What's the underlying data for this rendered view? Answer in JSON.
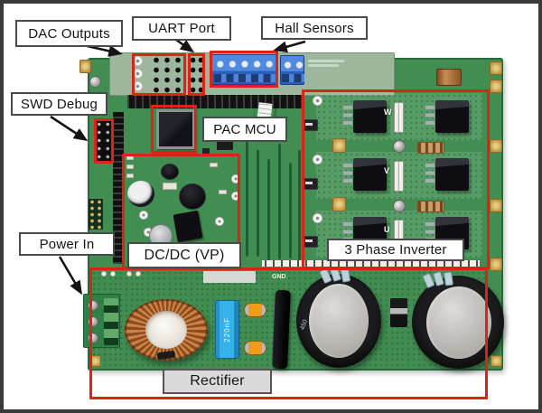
{
  "figure": {
    "labels": {
      "dac_outputs": "DAC Outputs",
      "uart_port": "UART Port",
      "hall_sensors": "Hall Sensors",
      "swd_debug": "SWD Debug",
      "pac_mcu": "PAC MCU",
      "dcdc_vp": "DC/DC (VP)",
      "power_in": "Power In",
      "three_phase_inverter": "3 Phase Inverter",
      "rectifier": "Rectifier"
    },
    "board_silkscreen": {
      "gnd": "GND",
      "phase_top": "W",
      "phase_mid": "V",
      "phase_bottom": "U",
      "film_cap_marking": "220nF",
      "cap_sleeve_marking": "450"
    },
    "colors": {
      "annotation_red": "#da2418",
      "label_border": "#4a4a4a",
      "label_fill": "#ffffff",
      "rectifier_label_fill": "#dadada",
      "pcb_green": "#418d52",
      "pcb_light_strip": "#9db69e",
      "terminal_blue": "#3b7ad6",
      "film_cap_blue": "#2ea6de",
      "toroid_copper": "#c07f3e",
      "pad_gold": "#c9a24a"
    }
  }
}
